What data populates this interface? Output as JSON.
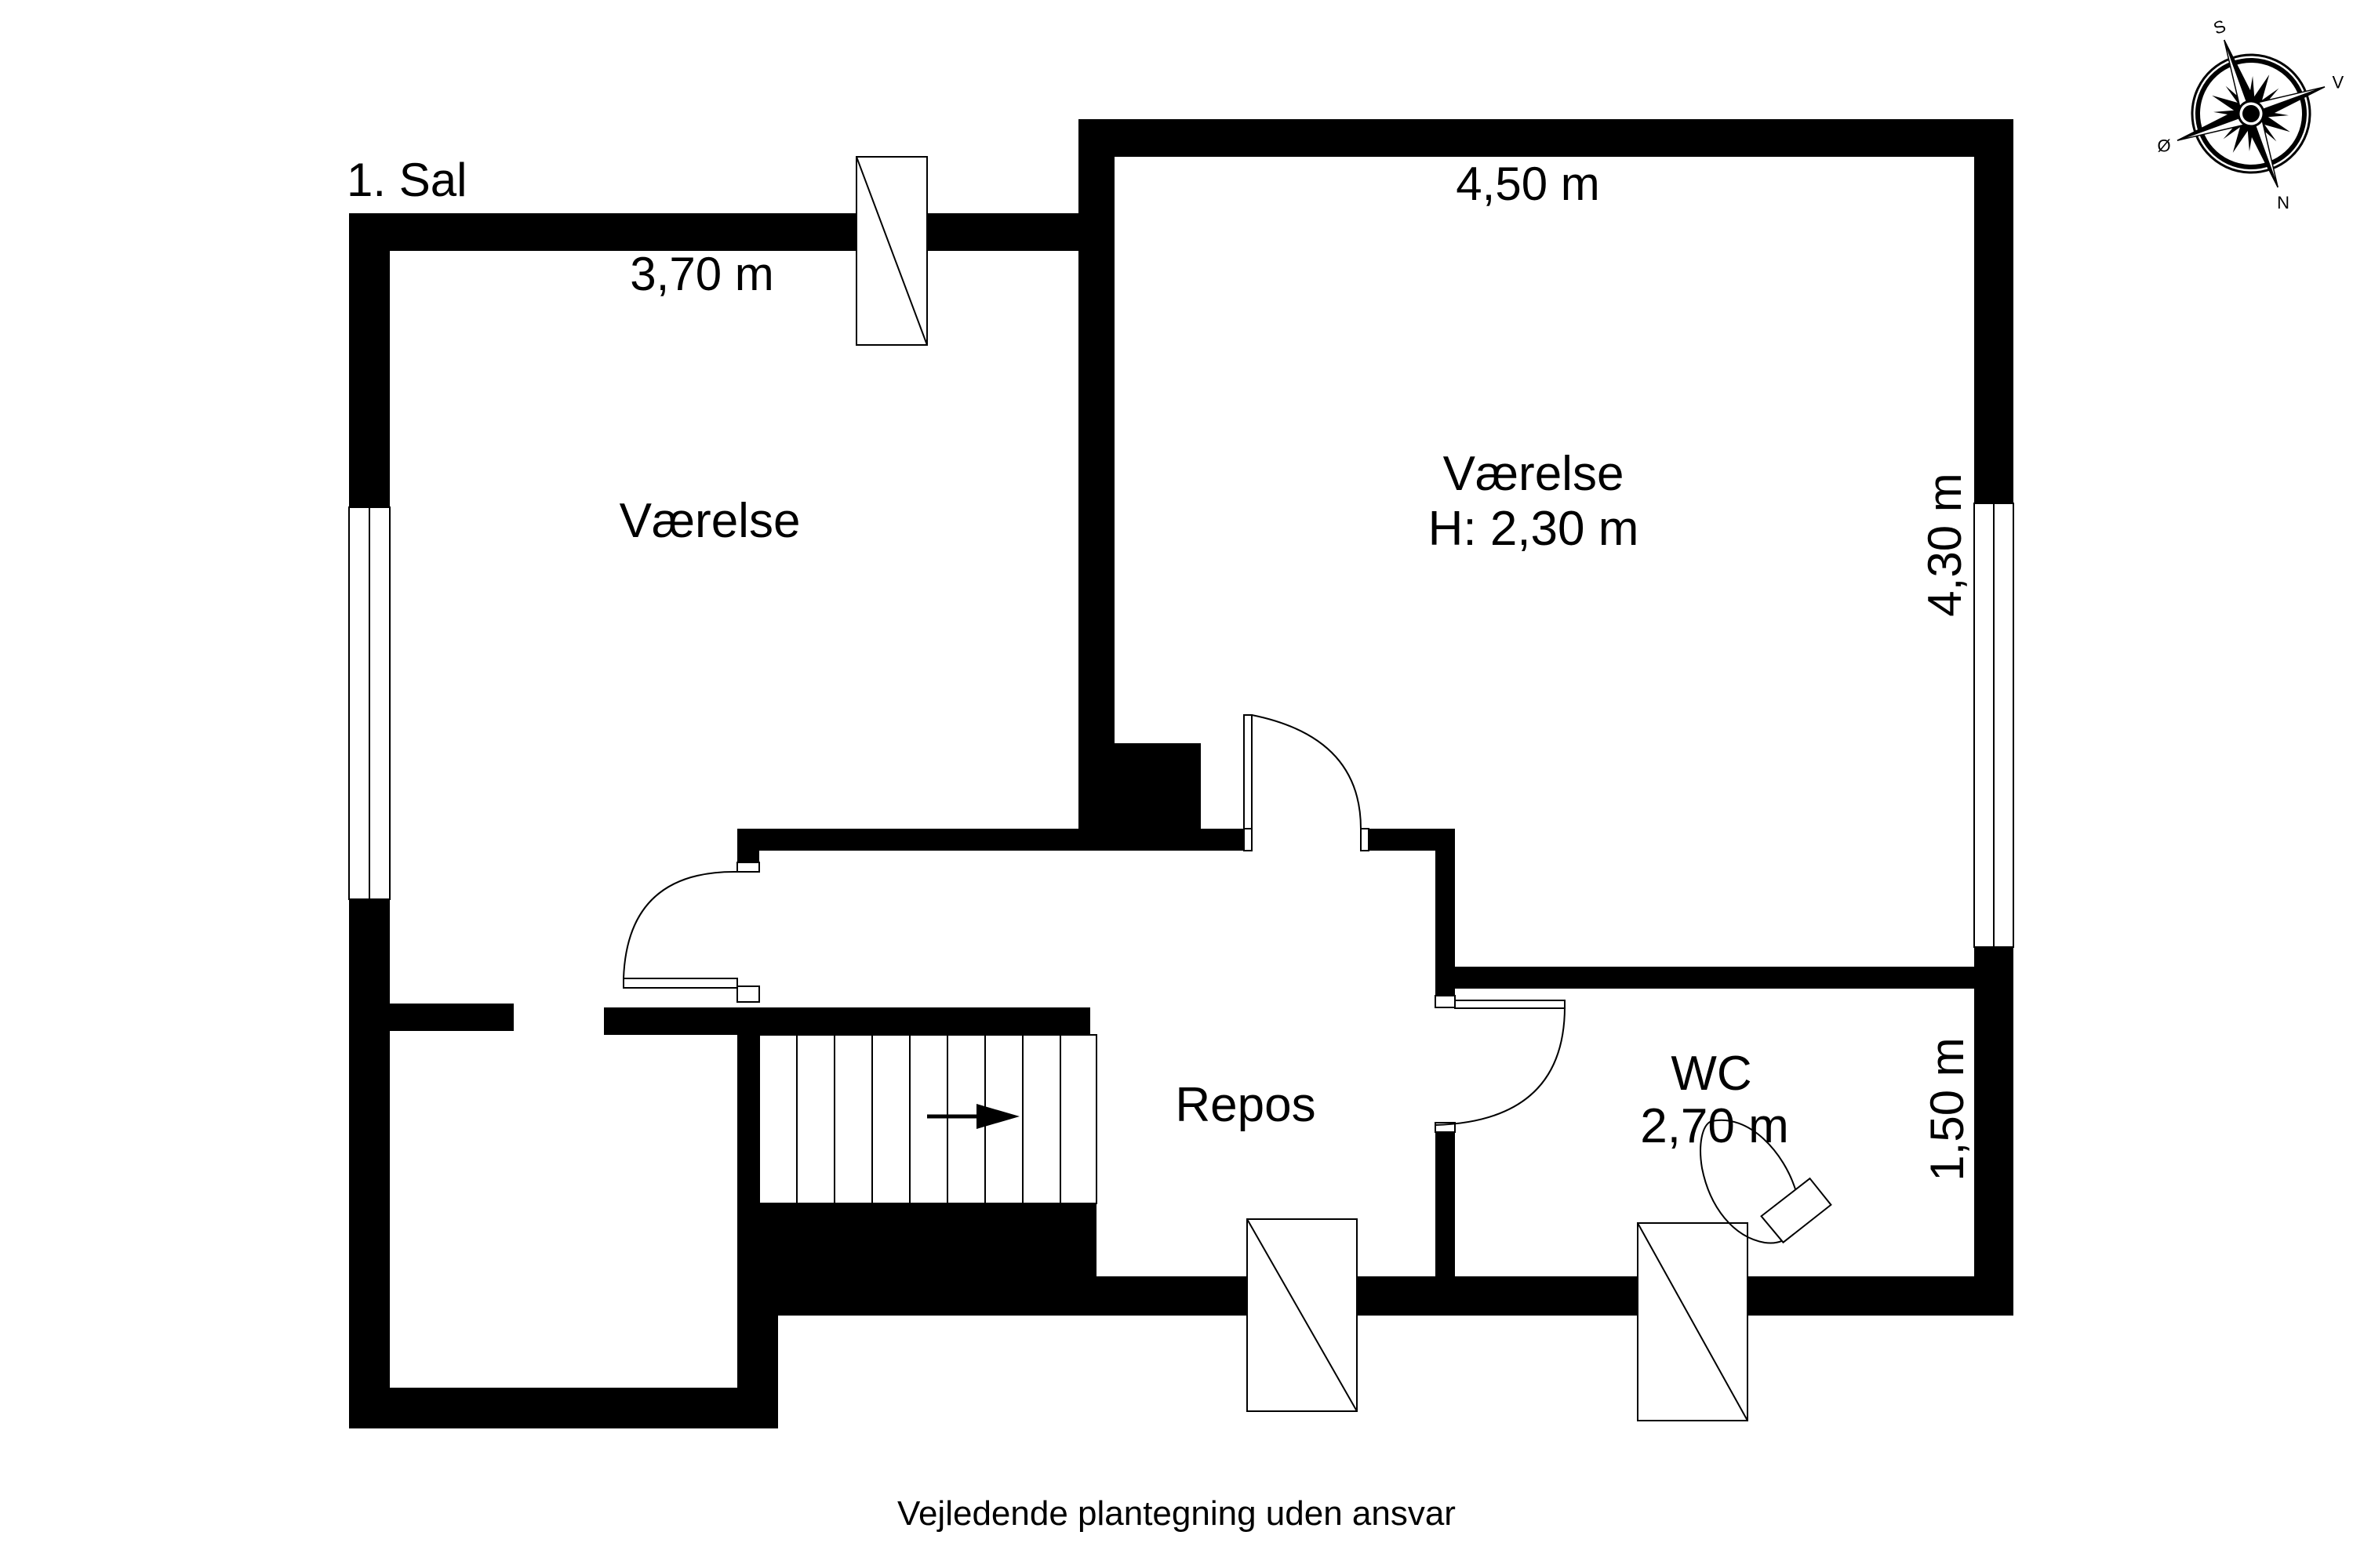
{
  "plan": {
    "floor_label": "1. Sal",
    "footer_note": "Vejledende plantegning uden ansvar",
    "colors": {
      "wall": "#000000",
      "background": "#ffffff"
    }
  },
  "rooms": [
    {
      "id": "room-left",
      "name": "Værelse",
      "width_label": "3,70 m"
    },
    {
      "id": "room-right",
      "name": "Værelse",
      "height_label": "H: 2,30 m",
      "width_label": "4,50 m",
      "depth_label": "4,30 m"
    },
    {
      "id": "landing",
      "name": "Repos"
    },
    {
      "id": "wc",
      "name": "WC",
      "width_label": "2,70 m",
      "depth_label": "1,50 m"
    }
  ],
  "compass": {
    "icon": "compass-rose-icon",
    "labels": {
      "south": "S",
      "west": "V",
      "east": "Ø",
      "north": "N"
    }
  },
  "stairs": {
    "icon": "stair-direction-arrow-icon",
    "steps": 9
  }
}
